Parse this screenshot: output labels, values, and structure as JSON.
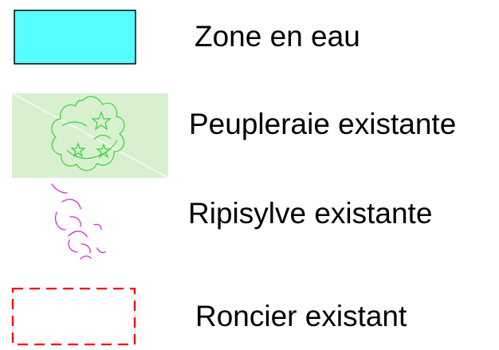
{
  "legend": {
    "items": [
      {
        "id": "zone-en-eau",
        "label": "Zone en eau",
        "symbol": "cyan-filled-rectangle",
        "fill": "#55ffff",
        "stroke": "#000000"
      },
      {
        "id": "peupleraie-existante",
        "label": "Peupleraie existante",
        "symbol": "tree-canopy-on-green-background",
        "fill": "#d8f0d0",
        "stroke": "#37d437"
      },
      {
        "id": "ripisylve-existante",
        "label": "Ripisylve existante",
        "symbol": "magenta-curls",
        "stroke": "#d62ad6"
      },
      {
        "id": "roncier-existant",
        "label": "Roncier existant",
        "symbol": "red-dashed-rectangle",
        "stroke": "#ff0000"
      }
    ]
  }
}
